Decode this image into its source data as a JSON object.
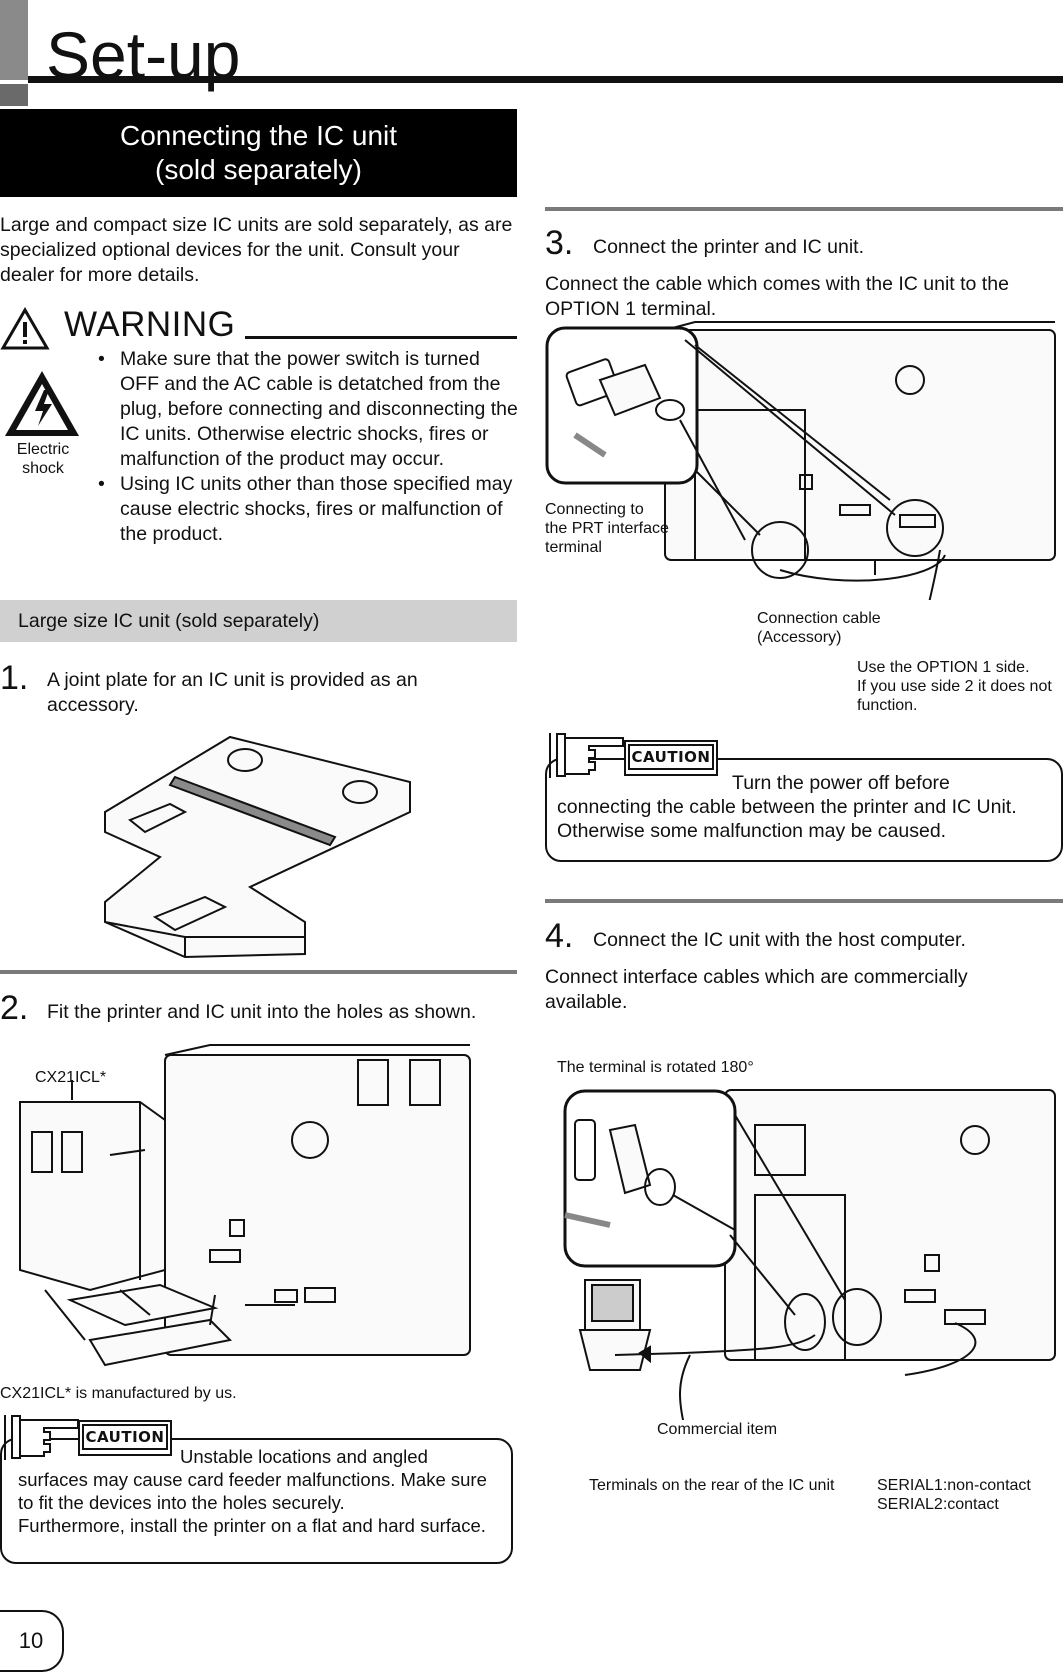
{
  "header": {
    "title": "Set-up"
  },
  "section": {
    "title_line1": "Connecting the IC unit",
    "title_line2": "(sold separately)"
  },
  "intro": "Large and compact size IC units are sold separately, as are specialized optional devices for the unit. Consult your dealer for more details.",
  "warning": {
    "title": "WARNING",
    "icon_label_1": "Electric",
    "icon_label_2": "shock",
    "items": [
      "Make sure that the power switch is turned OFF and the AC cable is detatched from the plug, before connecting and disconnecting the IC units. Otherwise electric shocks, fires or malfunction of the product may occur.",
      "Using IC units other than those specified may cause electric shocks, fires or malfunction of the product."
    ]
  },
  "subsection": {
    "title": "Large size IC unit (sold separately)"
  },
  "step1": {
    "num": "1.",
    "text": "A joint plate for an IC unit is provided as an accessory."
  },
  "step2": {
    "num": "2.",
    "text": "Fit the printer and IC unit into the holes as shown.",
    "label_model": "CX21ICL*",
    "note": "CX21ICL* is manufactured by  us."
  },
  "caution1": {
    "badge": "CAUTION",
    "line1": "Unstable locations and angled",
    "line2": "surfaces may cause card feeder malfunctions.  Make sure",
    "line3": "to fit the devices into the holes securely.",
    "line4": "Furthermore, install the printer on a flat and hard surface."
  },
  "step3": {
    "num": "3.",
    "text": "Connect the printer and IC unit.",
    "desc": "Connect the cable which comes with the IC unit to the OPTION 1 terminal.",
    "label_prt_1": "Connecting to",
    "label_prt_2": "the PRT interface",
    "label_prt_3": "terminal",
    "label_cable_1": "Connection cable",
    "label_cable_2": "(Accessory)",
    "label_option_1": "Use the OPTION 1 side.",
    "label_option_2": "If you use side 2 it does not",
    "label_option_3": "function."
  },
  "caution2": {
    "badge": "CAUTION",
    "line1": "Turn the power off before",
    "line2": "connecting the cable between the printer and IC Unit.",
    "line3": "Otherwise some malfunction may be  caused."
  },
  "step4": {
    "num": "4.",
    "text": "Connect the IC unit with the host computer.",
    "desc": "Connect interface cables which are commercially available.",
    "label_rotated": "The terminal is rotated 180°",
    "label_commercial": "Commercial item",
    "label_terminals": "Terminals on the rear of the IC unit",
    "label_serial1": "SERIAL1:non-contact",
    "label_serial2": "SERIAL2:contact"
  },
  "footer": {
    "page_number": "10"
  },
  "colors": {
    "band_grey": "#d0d0d0",
    "rule_grey": "#7a7a7a",
    "ink": "#111111"
  }
}
